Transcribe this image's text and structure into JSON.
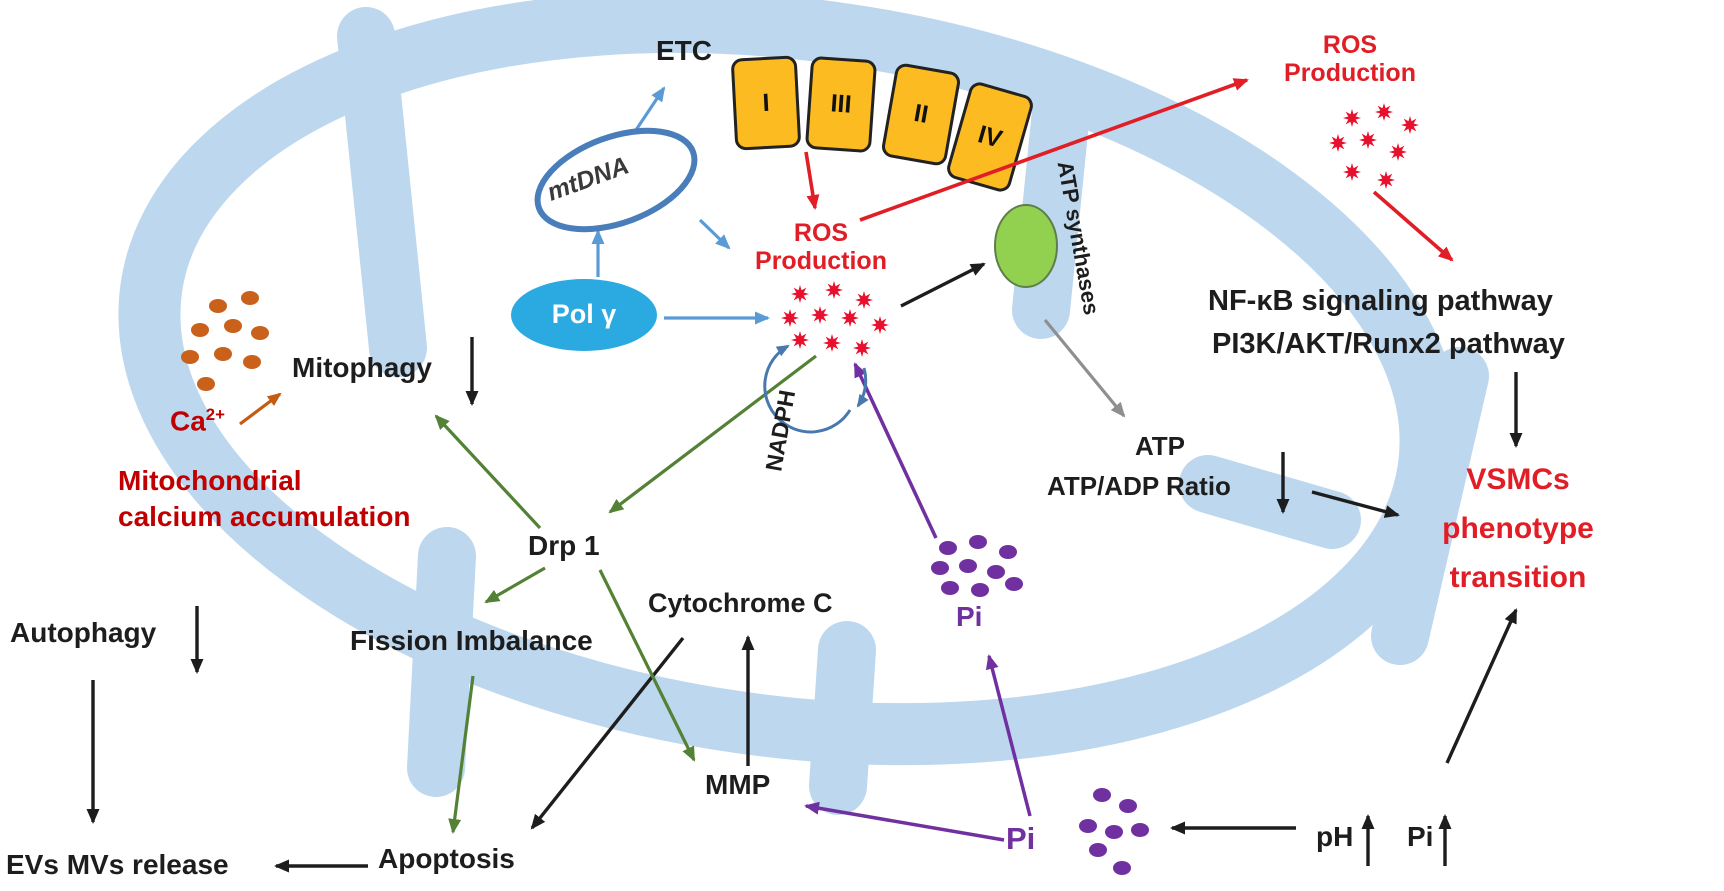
{
  "colors": {
    "membrane": "#bcd7ee",
    "arrow_blue": "#5b9bd5",
    "arrow_green": "#538135",
    "arrow_red": "#e11d25",
    "arrow_purple": "#7030a0",
    "arrow_gray": "#8f8f8f",
    "arrow_orange": "#c55a11",
    "text_black": "#1d1d1d",
    "text_red": "#e11d25",
    "text_dark_red": "#c00000",
    "complex_fill": "#fbbb21",
    "pol_gamma_fill": "#2baae1",
    "atp_synthase_fill": "#92d050",
    "mtdna_stroke": "#4a7ebb",
    "ca_dot": "#c9611b",
    "pi_dot": "#7030a0",
    "ros_star": "#e8112d"
  },
  "organelle": {
    "etc_label": "ETC",
    "complexes": [
      "I",
      "III",
      "II",
      "IV"
    ],
    "mtdna": "mtDNA",
    "pol_gamma": "Pol γ",
    "atp_synthases": "ATP synthases",
    "nadph": "NADPH"
  },
  "ros": {
    "inner_line1": "ROS",
    "inner_line2": "Production",
    "outer_line1": "ROS",
    "outer_line2": "Production"
  },
  "left": {
    "ca_base": "Ca",
    "ca_sup": "2+",
    "mito_ca_line1": "Mitochondrial",
    "mito_ca_line2": "calcium accumulation",
    "mitophagy": "Mitophagy",
    "autophagy": "Autophagy",
    "evs": "EVs MVs release"
  },
  "center": {
    "drp1": "Drp 1",
    "fission": "Fission Imbalance",
    "cytochrome": "Cytochrome C",
    "mmp": "MMP",
    "apoptosis": "Apoptosis"
  },
  "phosphate": {
    "pi_inner": "Pi",
    "pi_bottom": "Pi",
    "ph_label": "pH",
    "pi_right": "Pi"
  },
  "energy": {
    "atp": "ATP",
    "atp_adp": "ATP/ADP Ratio"
  },
  "pathways": {
    "nfkb": "NF-κB signaling pathway",
    "pi3k": "PI3K/AKT/Runx2 pathway",
    "vsmcs1": "VSMCs",
    "vsmcs2": "phenotype",
    "vsmcs3": "transition"
  }
}
